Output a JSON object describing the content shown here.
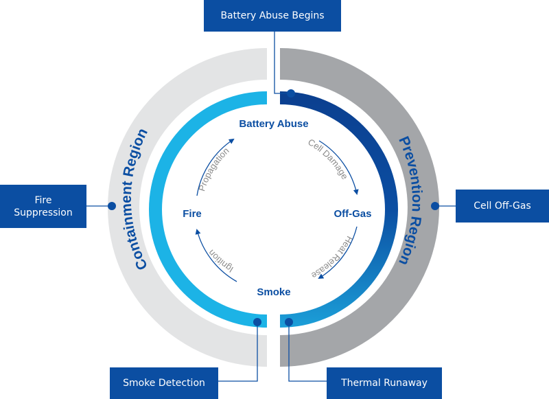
{
  "regions": {
    "containment": "Containment Region",
    "prevention": "Prevention Region"
  },
  "stages": {
    "battery_abuse": "Battery Abuse",
    "off_gas": "Off-Gas",
    "smoke": "Smoke",
    "fire": "Fire"
  },
  "transitions": {
    "cell_damage": "Cell Damage",
    "heat_release": "Heat Release",
    "ignition": "Ignition",
    "propagation": "Propagation"
  },
  "callouts": {
    "battery_abuse_begins": "Battery Abuse Begins",
    "cell_off_gas": "Cell Off-Gas",
    "fire_suppression": "Fire\nSuppression",
    "smoke_detection": "Smoke Detection",
    "thermal_runaway": "Thermal Runaway"
  },
  "colors": {
    "dark_blue": "#0b4ea2",
    "light_blue": "#1cb3e6",
    "outer_light_gray": "#e3e4e5",
    "outer_dark_gray": "#a4a6a9",
    "transition_text": "#8a8a8a"
  }
}
